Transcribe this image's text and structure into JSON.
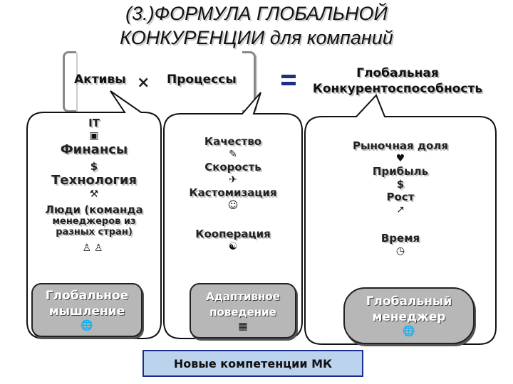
{
  "title": {
    "line1": "(3.)ФОРМУЛА ГЛОБАЛЬНОЙ",
    "line2": "КОНКУРЕНЦИИ для компаний"
  },
  "formula": {
    "assets": "Активы",
    "times": "×",
    "processes": "Процессы",
    "result_line1": "Глобальная",
    "result_line2": "Конкурентоспособность"
  },
  "assets_column": {
    "it": "IT",
    "it_icon": "computer-icon",
    "finance": "Финансы",
    "finance_icon": "$",
    "technology": "Технология",
    "technology_icon": "tools-icon",
    "people_line1": "Люди (команда",
    "people_line2": "менеджеров из",
    "people_line3": "разных стран)",
    "people_icon": "people-icon",
    "box_line1": "Глобальное",
    "box_line2": "мышление",
    "box_icon": "globe-icon"
  },
  "processes_column": {
    "quality": "Качество",
    "quality_icon": "quality-icon",
    "speed": "Скорость",
    "speed_icon": "airplane-icon",
    "customization": "Кастомизация",
    "customization_icon": "smiley-icon",
    "cooperation": "Кооперация",
    "cooperation_icon": "handshake-icon",
    "box_line1": "Адаптивное",
    "box_line2": "поведение",
    "box_icon": "grid-icon"
  },
  "result_column": {
    "market_share": "Рыночная доля",
    "market_share_icon": "moneybag-icon",
    "profit": "Прибыль",
    "profit_icon": "$",
    "growth": "Рост",
    "growth_icon": "arrow-up-right-icon",
    "time": "Время",
    "time_icon": "clock-icon",
    "box_line1": "Глобальный",
    "box_line2": "менеджер",
    "box_icon": "globe-icon"
  },
  "footer": {
    "new_competencies": "Новые компетенции МК"
  },
  "colors": {
    "gray_box": "#b7b7b7",
    "footer_fill": "#bcd3ee",
    "footer_border": "#1c2c8c",
    "equals": "#1a2f86"
  }
}
